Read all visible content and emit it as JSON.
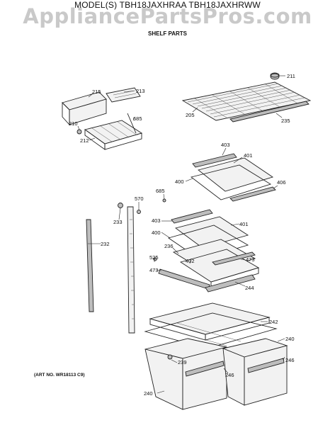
{
  "watermark": "AppliancePartsPros.com",
  "header": {
    "model_line": "MODEL(S) TBH18JAXHRAA  TBH18JAXHRWW",
    "section_title": "SHELF PARTS"
  },
  "art_number": "(ART NO. WR18113 C9)",
  "callouts": {
    "c211": "211",
    "c205": "205",
    "c235": "235",
    "c215": "215",
    "c213": "213",
    "c685a": "685",
    "c210": "210",
    "c212": "212",
    "c403a": "403",
    "c401a": "401",
    "c400a": "400",
    "c406": "406",
    "c685b": "685",
    "c570": "570",
    "c233": "233",
    "c403b": "403",
    "c401b": "401",
    "c400b": "400",
    "c232": "232",
    "c236": "236",
    "c402": "402",
    "c473a": "473",
    "c525": "525",
    "c473b": "473",
    "c244": "244",
    "c242": "242",
    "c240a": "240",
    "c239": "239",
    "c246a": "246",
    "c246b": "246",
    "c240b": "240"
  }
}
